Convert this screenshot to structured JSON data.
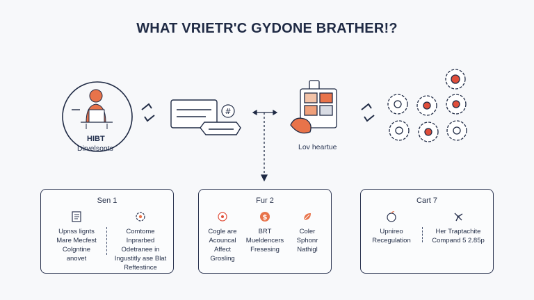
{
  "title": "WHAT VRIETR'C GYDONE BRATHER!?",
  "hub": {
    "title": "HIBT",
    "subtitle": "Dirvelsonts"
  },
  "middle_label": "Lov heartue",
  "boxes": [
    {
      "title": "Sen 1",
      "columns": [
        {
          "icon": "document-list-icon",
          "lines": [
            "Upnss lignts",
            "Mare Mecfest",
            "Colgntine",
            "anovet"
          ]
        },
        {
          "icon": "gear-network-icon",
          "lines": [
            "Comtome",
            "Inprarbed",
            "Odetranee in",
            "Ingustitly ase Blat",
            "Reftestince"
          ]
        }
      ]
    },
    {
      "title": "Fur 2",
      "columns": [
        {
          "icon": "target-icon",
          "lines": [
            "Cogle are",
            "Acouncal",
            "Affect",
            "Grosling"
          ]
        },
        {
          "icon": "dollar-coin-icon",
          "lines": [
            "BRT",
            "Mueldencers",
            "Fresesing"
          ]
        },
        {
          "icon": "leaf-icon",
          "lines": [
            "Coler",
            "Sphonr",
            "Nathigl"
          ]
        }
      ]
    },
    {
      "title": "Cart 7",
      "columns": [
        {
          "icon": "apple-icon",
          "lines": [
            "Upnireo",
            "Recegulation"
          ]
        },
        {
          "icon": "propeller-icon",
          "lines": [
            "Her Traptachite",
            "Compand 5 2.85p"
          ]
        }
      ]
    }
  ],
  "colors": {
    "ink": "#1f2a44",
    "accent": "#e8734a",
    "accent_red": "#e04e3a",
    "box_border": "#2b3450"
  }
}
